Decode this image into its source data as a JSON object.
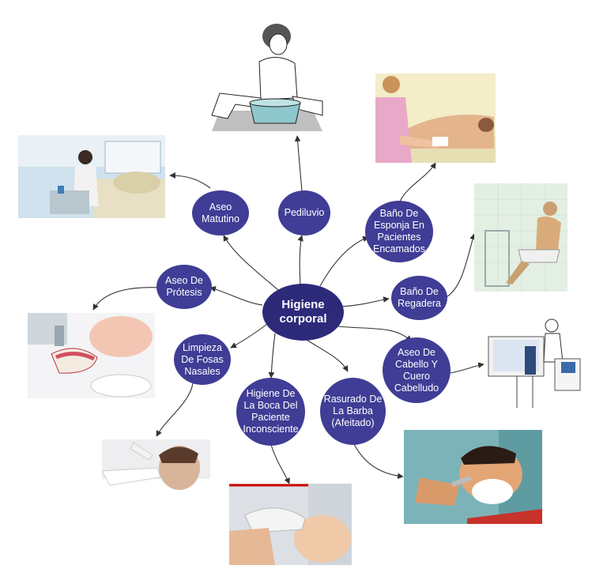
{
  "center": {
    "label": "Higiene corporal"
  },
  "topics": [
    {
      "id": "pediluvio",
      "label": "Pediluvio"
    },
    {
      "id": "aseo-matutino",
      "label": "Aseo Matutino"
    },
    {
      "id": "bano-esponja",
      "label": "Baño De Esponja En Pacientes Encamados"
    },
    {
      "id": "aseo-protesis",
      "label": "Aseo De Prótesis"
    },
    {
      "id": "bano-regadera",
      "label": "Baño De Regadera"
    },
    {
      "id": "limpieza-fosas",
      "label": "Limpieza De Fosas Nasales"
    },
    {
      "id": "aseo-cabello",
      "label": "Aseo De Cabello Y Cuero Cabelludo"
    },
    {
      "id": "higiene-boca",
      "label": "Higiene De La Boca Del Paciente Inconsciente"
    },
    {
      "id": "rasurado",
      "label": "Rasurado De La Barba (Afeitado)"
    }
  ],
  "colors": {
    "node": "#3f3d95",
    "center": "#2e2a7a",
    "connector": "#333333"
  }
}
